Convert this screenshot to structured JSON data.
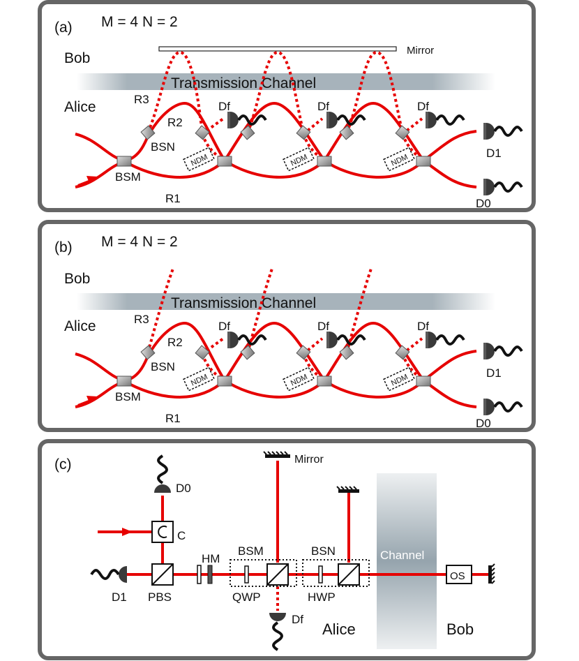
{
  "panels": {
    "a": {
      "tag": "(a)",
      "params": "M = 4 N = 2",
      "bob": "Bob",
      "alice": "Alice",
      "channel": "Transmission Channel",
      "mirror": "Mirror",
      "r3": "R3",
      "r2": "R2",
      "r1": "R1",
      "bsn": "BSN",
      "bsm": "BSM",
      "df": "Df",
      "d1": "D1",
      "d0": "D0",
      "ndm": "NDM"
    },
    "b": {
      "tag": "(b)",
      "params": "M = 4 N = 2",
      "bob": "Bob",
      "alice": "Alice",
      "channel": "Transmission Channel",
      "r3": "R3",
      "r2": "R2",
      "r1": "R1",
      "bsn": "BSN",
      "bsm": "BSM",
      "df": "Df",
      "d1": "D1",
      "d0": "D0",
      "ndm": "NDM"
    },
    "c": {
      "tag": "(c)",
      "mirror": "Mirror",
      "d0": "D0",
      "d1": "D1",
      "df": "Df",
      "c": "C",
      "hm": "HM",
      "pbs": "PBS",
      "bsm": "BSM",
      "bsn": "BSN",
      "qwp": "QWP",
      "hwp": "HWP",
      "channel": "Channel",
      "os": "OS",
      "alice": "Alice",
      "bob": "Bob"
    }
  },
  "colors": {
    "beam": "#e60000",
    "frame": "#666666",
    "channel": "#8a9aa4",
    "detector": "#3a3a3a"
  }
}
